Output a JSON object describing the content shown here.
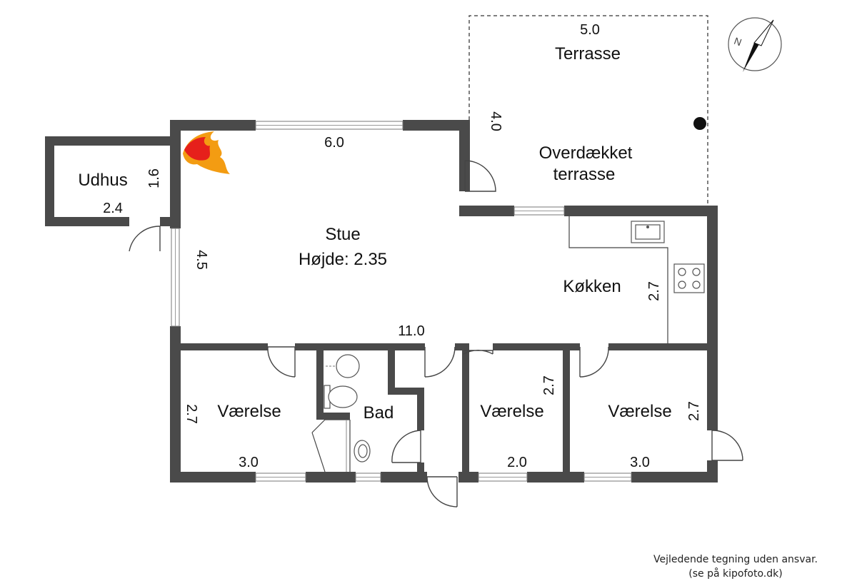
{
  "rooms": {
    "terrace": "Terrasse",
    "covered_line1": "Overdækket",
    "covered_line2": "terrasse",
    "shed": "Udhus",
    "living": "Stue",
    "height": "Højde: 2.35",
    "kitchen": "Køkken",
    "bed_left": "Værelse",
    "bath": "Bad",
    "bed_mid": "Værelse",
    "bed_right": "Værelse"
  },
  "dimensions": {
    "terrace_w": "5.0",
    "terrace_h": "4.0",
    "living_w": "6.0",
    "shed_h": "1.6",
    "shed_w": "2.4",
    "living_h": "4.5",
    "kitchen_h": "2.7",
    "total_w": "11.0",
    "bed_left_h": "2.7",
    "bed_left_w": "3.0",
    "bed_mid_h": "2.7",
    "bed_mid_w": "2.0",
    "bed_right_h": "2.7",
    "bed_right_w": "3.0"
  },
  "compass": {
    "label": "N"
  },
  "icons": [
    "fireplace-icon",
    "compass-icon",
    "sink-icon",
    "stove-icon",
    "toilet-icon",
    "washbasin-icon",
    "shower-icon"
  ],
  "colors": {
    "wall": "#4a4a4a",
    "flame_outer": "#f39c12",
    "flame_inner": "#e6201b"
  },
  "disclaimer": {
    "line1": "Vejledende tegning uden ansvar.",
    "line2": "(se på kipofoto.dk)"
  }
}
